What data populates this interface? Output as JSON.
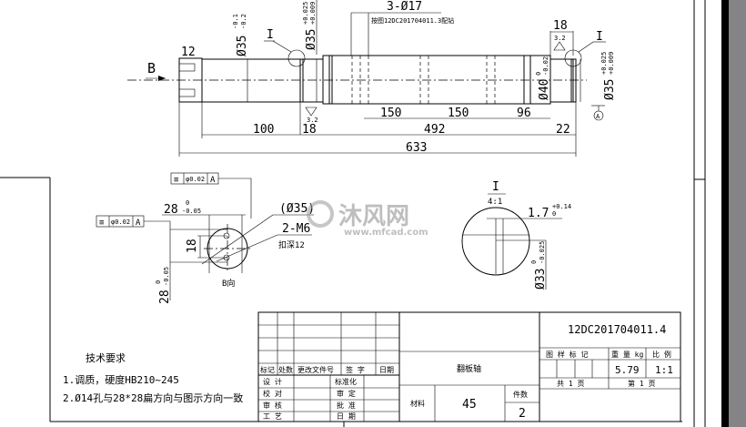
{
  "main_view": {
    "view_arrow_label": "B",
    "hole_note": "3-Ø17",
    "hole_ref": "按图12DC201704011.3配钻",
    "dims": {
      "key_width": "12",
      "dia_left": "Ø35",
      "dia_left_tol_upper": "-0.1",
      "dia_left_tol_lower": "-0.2",
      "dia_bearing": "Ø35",
      "dia_bearing_tol_upper": "+0.025",
      "dia_bearing_tol_lower": "+0.009",
      "len_100": "100",
      "len_18_left": "18",
      "len_150_a": "150",
      "len_150_b": "150",
      "len_96": "96",
      "len_492": "492",
      "len_18_right": "18",
      "len_22": "22",
      "len_633": "633",
      "dia_40": "Ø40",
      "dia_40_tol_upper": "0",
      "dia_40_tol_lower": "-0.02",
      "dia_right": "Ø35",
      "dia_right_tol_upper": "+0.025",
      "dia_right_tol_lower": "+0.009"
    },
    "roughness_left": "3.2",
    "roughness_right": "3.2",
    "detail_label_left": "I",
    "detail_label_right": "I",
    "datum": "A"
  },
  "b_view": {
    "tolerance_frame_1": {
      "symbol": "≡",
      "value": "φ0.02",
      "datum": "A"
    },
    "tolerance_frame_2": {
      "symbol": "≡",
      "value": "φ0.02",
      "datum": "A"
    },
    "dim_28_h": "28",
    "dim_28_h_tol_upper": "0",
    "dim_28_h_tol_lower": "-0.05",
    "dim_28_v": "28",
    "dim_28_v_tol_upper": "0",
    "dim_28_v_tol_lower": "-0.05",
    "dim_18": "18",
    "dia_note": "(Ø35)",
    "thread_note": "2-M6",
    "thread_depth": "扣深12",
    "caption": "B向"
  },
  "detail_view": {
    "label": "I",
    "scale": "4:1",
    "groove_width": "1.7",
    "groove_tol_upper": "+0.14",
    "groove_tol_lower": "0",
    "groove_dia": "Ø33",
    "groove_dia_tol_upper": "0",
    "groove_dia_tol_lower": "-0.025"
  },
  "tech_requirements": {
    "title": "技术要求",
    "items": [
      "1.调质，硬度HB210~245",
      "2.Ø14孔与28*28扁方向与图示方向一致"
    ]
  },
  "title_block": {
    "drawing_number": "12DC201704011.4",
    "part_name": "翻板轴",
    "material_label": "材料",
    "material": "45",
    "quantity_label": "件数",
    "quantity": "2",
    "rev_headers": [
      "标记",
      "处数",
      "更改文件号",
      "签  字",
      "日期"
    ],
    "sign_rows": [
      [
        "设 计",
        "标准化"
      ],
      [
        "校 对",
        "审 定"
      ],
      [
        "审 核",
        "批 准"
      ],
      [
        "工 艺",
        "日 期"
      ]
    ],
    "header_drawing_mark": "图 样 标 记",
    "header_weight": "重 量 kg",
    "header_scale": "比 例",
    "weight": "5.79",
    "scale": "1:1",
    "sheets_total": "共 1 页",
    "sheet_number": "第 1 页"
  },
  "watermark": {
    "brand": "沐风网",
    "url": "www.mfcad.com"
  }
}
